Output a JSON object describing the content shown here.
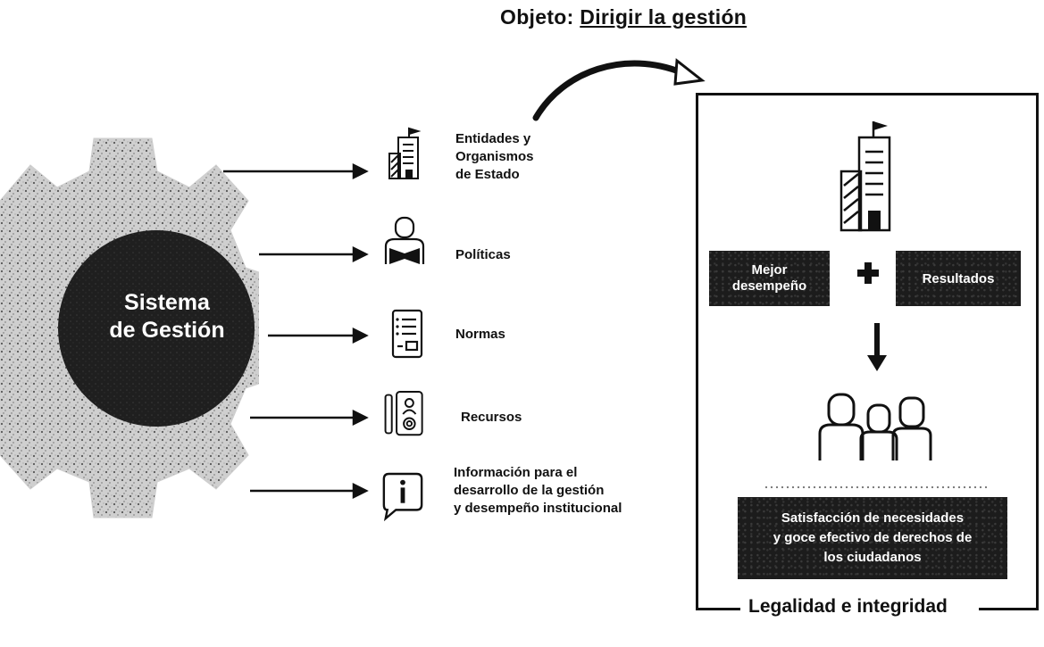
{
  "title": {
    "prefix": "Objeto: ",
    "emphasis": "Dirigir la gestión"
  },
  "gear": {
    "line1": "Sistema",
    "line2": "de Gestión"
  },
  "items": [
    {
      "label": "Entidades y\nOrganismos\nde Estado",
      "icon": "building-icon"
    },
    {
      "label": "Políticas",
      "icon": "person-reading-icon"
    },
    {
      "label": "Normas",
      "icon": "document-list-icon"
    },
    {
      "label": "Recursos",
      "icon": "resources-icon"
    },
    {
      "label": "Información para el\ndesarrollo de la gestión\ny desempeño institucional",
      "icon": "info-icon"
    }
  ],
  "panel": {
    "box_left": "Mejor\ndesempeño",
    "plus": "+",
    "box_right": "Resultados",
    "result": "Satisfacción de necesidades\ny goce efectivo de derechos de\nlos ciudadanos",
    "footer": "Legalidad e integridad"
  }
}
